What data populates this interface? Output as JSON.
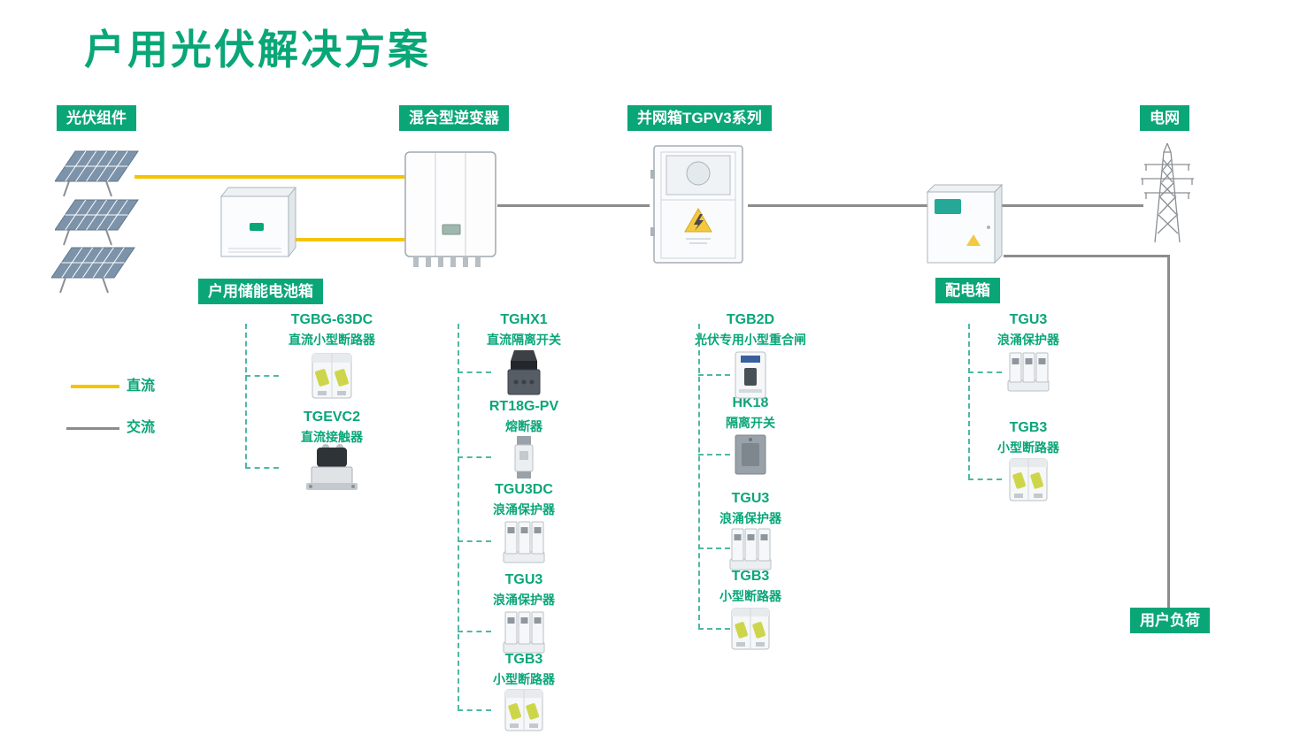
{
  "title": "户用光伏解决方案",
  "colors": {
    "accent": "#0AA678",
    "dc_line": "#F5C400",
    "ac_line": "#8C8C8C",
    "dashed_line": "#4FB8A4"
  },
  "legend": {
    "dc": "直流",
    "ac": "交流"
  },
  "nodes": {
    "pv_modules": {
      "label": "光伏组件"
    },
    "battery_box": {
      "label": "户用储能电池箱"
    },
    "inverter": {
      "label": "混合型逆变器"
    },
    "grid_box": {
      "label": "并网箱TGPV3系列"
    },
    "grid": {
      "label": "电网"
    },
    "dist_box": {
      "label": "配电箱"
    },
    "user_load": {
      "label": "用户负荷"
    }
  },
  "components": {
    "battery_box": [
      {
        "name": "TGBG-63DC",
        "desc": "直流小型断路器"
      },
      {
        "name": "TGEVC2",
        "desc": "直流接触器"
      }
    ],
    "inverter": [
      {
        "name": "TGHX1",
        "desc": "直流隔离开关"
      },
      {
        "name": "RT18G-PV",
        "desc": "熔断器"
      },
      {
        "name": "TGU3DC",
        "desc": "浪涌保护器"
      },
      {
        "name": "TGU3",
        "desc": "浪涌保护器"
      },
      {
        "name": "TGB3",
        "desc": "小型断路器"
      }
    ],
    "grid_box": [
      {
        "name": "TGB2D",
        "desc": "光伏专用小型重合闸"
      },
      {
        "name": "HK18",
        "desc": "隔离开关"
      },
      {
        "name": "TGU3",
        "desc": "浪涌保护器"
      },
      {
        "name": "TGB3",
        "desc": "小型断路器"
      }
    ],
    "dist_box": [
      {
        "name": "TGU3",
        "desc": "浪涌保护器"
      },
      {
        "name": "TGB3",
        "desc": "小型断路器"
      }
    ]
  }
}
